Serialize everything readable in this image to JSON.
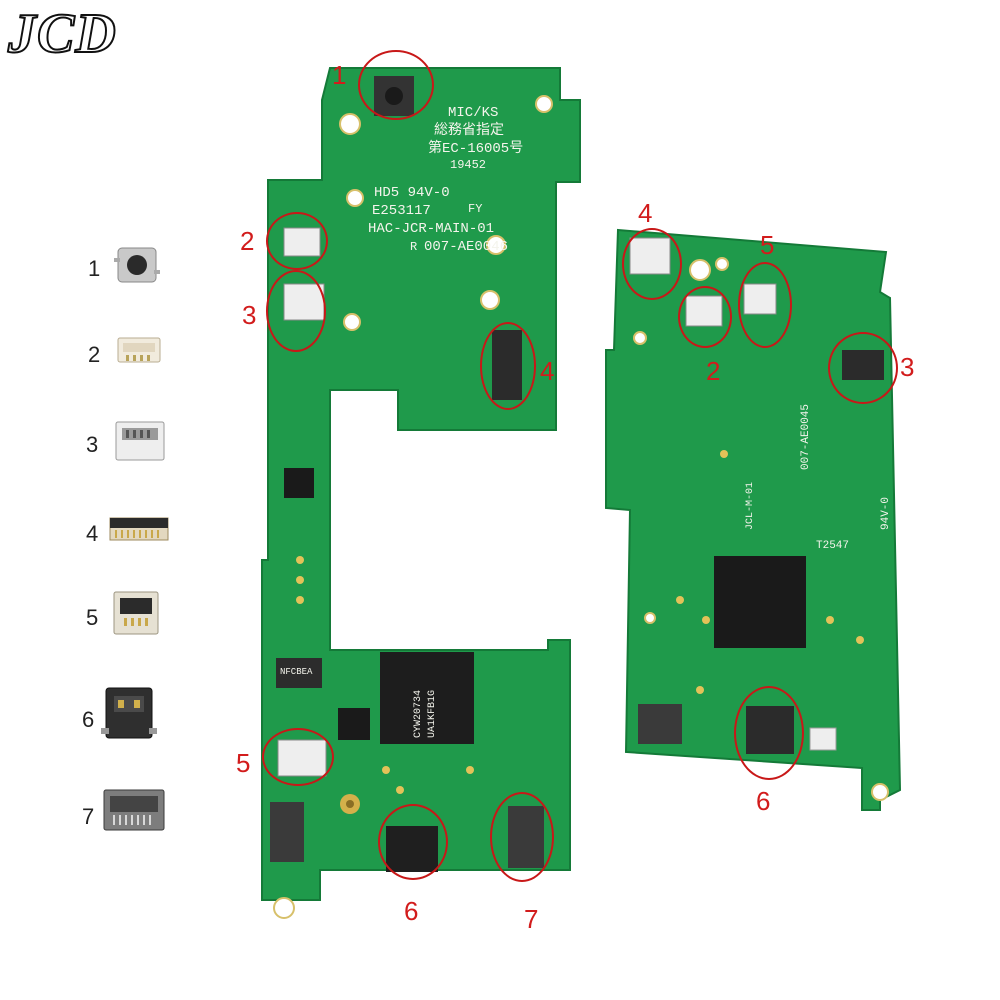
{
  "brand": "JCD",
  "legend": [
    "1",
    "2",
    "3",
    "4",
    "5",
    "6",
    "7"
  ],
  "left_board": {
    "silkscreen": [
      "MIC/KS",
      "総務省指定",
      "第EC-16005号",
      "19452",
      "HD5 94V-0",
      "E253117",
      "FY",
      "HAC-JCR-MAIN-01",
      "R",
      "007-AE0046",
      "NFCBEA",
      "CYW20734",
      "UA1KFB1G"
    ],
    "callouts": [
      "1",
      "2",
      "3",
      "4",
      "5",
      "6",
      "7"
    ]
  },
  "right_board": {
    "silkscreen": [
      "007-AE0045",
      "94V-0",
      "T2547",
      "JCL-M-01"
    ],
    "callouts": [
      "4",
      "5",
      "2",
      "3",
      "6"
    ]
  },
  "colors": {
    "pcb": "#1e9a4a",
    "pcb_dark": "#147a38",
    "ring": "#c81818",
    "callout": "#d21c1c",
    "gold": "#d9b548"
  }
}
